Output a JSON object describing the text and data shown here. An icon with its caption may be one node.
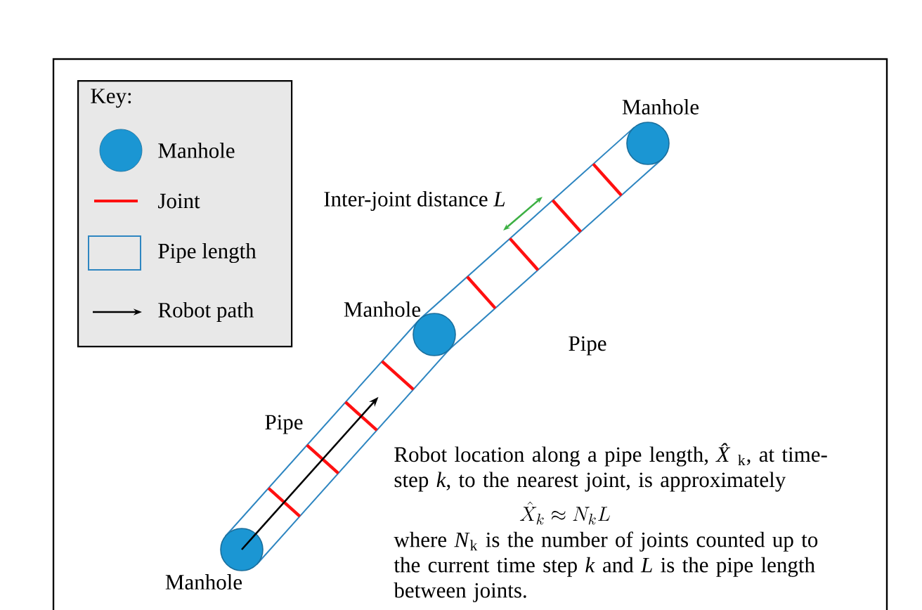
{
  "diagram": {
    "nodes": [
      {
        "text": [
          "Key:"
        ]
      },
      {
        "text": [],
        "shape": "circle",
        "beside": [
          "Manhole"
        ]
      },
      {
        "text": [],
        "shape": "box",
        "beside": [
          "Pipe"
        ]
      },
      {
        "text": [],
        "shape": "circle",
        "beside": [
          "Manhole"
        ]
      },
      {
        "text": [],
        "shape": "box",
        "beside": [
          "Pipe"
        ]
      },
      {
        "text": [],
        "shape": "circle",
        "beside": [
          "Manhole"
        ]
      }
    ],
    "edges": [
      {
        "from": 5,
        "to": 4,
        "arrow": "to",
        "color": "#000000"
      }
    ],
    "labels": [
      "Inter-joint distance *L*",
      "Robot location along a pipe length, *X̂*$_{k}$, at time-step *k*, to the nearest joint, is approximately",
      "\\hat{X}_k \\approx N_k L",
      "where *N*$_{k}$ is the number of joints counted up to the current time step *k* and *L* is the pipe length between joints."
    ],
    "legend": [
      {
        "text": "Manhole",
        "color": "#1b96d3"
      },
      {
        "text": "Joint"
      },
      {
        "text": "Pipe length"
      },
      {
        "text": "Robot path"
      }
    ]
  }
}
